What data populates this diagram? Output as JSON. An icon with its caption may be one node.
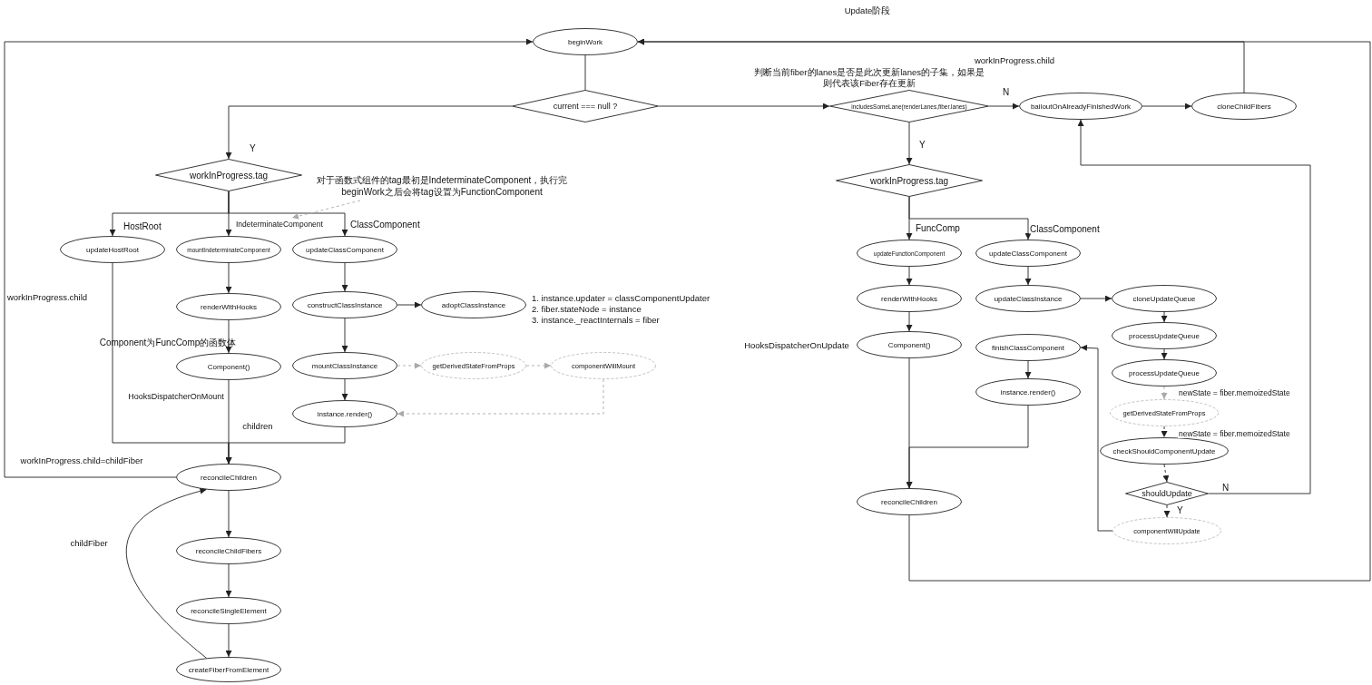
{
  "diagram": {
    "title": "Update阶段",
    "nodes": [
      {
        "text": [
          "beginWork"
        ]
      },
      {
        "text": [
          "current === null ?"
        ]
      },
      {
        "text": [
          "workInProgress.tag"
        ]
      },
      {
        "text": [
          "updateHostRoot"
        ]
      },
      {
        "text": [
          "mountIndeterminateComponent"
        ]
      },
      {
        "text": [
          "updateClassComponent"
        ]
      },
      {
        "text": [
          "renderWithHooks"
        ]
      },
      {
        "text": [
          "constructClassInstance"
        ]
      },
      {
        "text": [
          "adoptClassInstance"
        ],
        "beside": [
          "1. instance.updater = classComponentUpdater",
          "2. fiber.stateNode = instance",
          "3. instance._reactInternals = fiber"
        ]
      },
      {
        "text": [
          "Component()"
        ]
      },
      {
        "text": [
          "mountClassInstance"
        ]
      },
      {
        "text": [
          "getDerivedStateFromProps"
        ]
      },
      {
        "text": [
          "componentWillMount"
        ]
      },
      {
        "text": [
          "instance.render()"
        ]
      },
      {
        "text": [
          "reconcileChildren"
        ]
      },
      {
        "text": [
          "reconcileChildFibers"
        ]
      },
      {
        "text": [
          "reconcileSingleElement"
        ]
      },
      {
        "text": [
          "createFiberFromElement"
        ]
      },
      {
        "text": [
          "includesSomeLane(renderLanes,fiber.lanes)"
        ],
        "beside": [
          "判断当前fiber的lanes是否是此次更新lanes的子集，如果是则代表该Fiber存在更新"
        ]
      },
      {
        "text": [
          "bailoutOnAlreadyFinishedWork"
        ]
      },
      {
        "text": [
          "cloneChildFibers"
        ]
      },
      {
        "text": [
          "workInProgress.tag"
        ]
      },
      {
        "text": [
          "updateFunctionComponent"
        ]
      },
      {
        "text": [
          "updateClassComponent"
        ]
      },
      {
        "text": [
          "renderWithHooks"
        ]
      },
      {
        "text": [
          "updateClassInstance"
        ]
      },
      {
        "text": [
          "cloneUpdateQueue"
        ]
      },
      {
        "text": [
          "Component()"
        ],
        "beside": [
          "HooksDispatcherOnUpdate"
        ]
      },
      {
        "text": [
          "finishClassComponent"
        ]
      },
      {
        "text": [
          "processUpdateQueue"
        ]
      },
      {
        "text": [
          "processUpdateQueue"
        ]
      },
      {
        "text": [
          "instance.render()"
        ]
      },
      {
        "text": [
          "getDerivedStateFromProps"
        ]
      },
      {
        "text": [
          "checkShouldComponentUpdate"
        ]
      },
      {
        "text": [
          "shouldUpdate"
        ]
      },
      {
        "text": [
          "reconcileChildren"
        ]
      },
      {
        "text": [
          "componentWillUpdate"
        ]
      },
      {
        "text": [
          "对于函数式组件的tag最初是IndeterminateComponent，执行完beginWork之后会将tag设置为FunctionComponent"
        ]
      }
    ],
    "edges": [
      {
        "from": 0,
        "to": 1,
        "arrow": "none"
      },
      {
        "from": 1,
        "to": 2,
        "arrow": "to",
        "label": "Y"
      },
      {
        "from": 1,
        "to": 18,
        "arrow": "to"
      },
      {
        "from": 2,
        "to": 3,
        "arrow": "to",
        "label": "HostRoot"
      },
      {
        "from": 2,
        "to": 4,
        "arrow": "to",
        "label": "IndeterminateComponent"
      },
      {
        "from": 2,
        "to": 5,
        "arrow": "to",
        "label": "ClassComponent"
      },
      {
        "from": 4,
        "to": 6,
        "arrow": "to"
      },
      {
        "from": 6,
        "to": 9,
        "arrow": "to"
      },
      {
        "from": 5,
        "to": 7,
        "arrow": "to"
      },
      {
        "from": 7,
        "to": 8,
        "arrow": "to"
      },
      {
        "from": 7,
        "to": 10,
        "arrow": "to"
      },
      {
        "from": 10,
        "to": 13,
        "arrow": "to"
      },
      {
        "from": 10,
        "to": 11,
        "arrow": "to",
        "style": "dashed",
        "color": "#aaaaaa"
      },
      {
        "from": 11,
        "to": 12,
        "arrow": "to",
        "style": "dashed",
        "color": "#aaaaaa"
      },
      {
        "from": 12,
        "to": 13,
        "arrow": "to",
        "style": "dashed",
        "color": "#aaaaaa"
      },
      {
        "from": 3,
        "to": 14,
        "arrow": "to"
      },
      {
        "from": 9,
        "to": 14,
        "arrow": "to"
      },
      {
        "from": 13,
        "to": 14,
        "arrow": "to"
      },
      {
        "from": 14,
        "to": 15,
        "arrow": "to"
      },
      {
        "from": 15,
        "to": 16,
        "arrow": "to"
      },
      {
        "from": 16,
        "to": 17,
        "arrow": "to"
      },
      {
        "from": 17,
        "to": 14,
        "arrow": "to"
      },
      {
        "from": 14,
        "to": 0,
        "arrow": "to"
      },
      {
        "from": 18,
        "to": 19,
        "arrow": "to",
        "label": "N"
      },
      {
        "from": 18,
        "to": 21,
        "arrow": "to",
        "label": "Y"
      },
      {
        "from": 19,
        "to": 20,
        "arrow": "to"
      },
      {
        "from": 20,
        "to": 0,
        "arrow": "to"
      },
      {
        "from": 21,
        "to": 22,
        "arrow": "to",
        "label": "FuncComp"
      },
      {
        "from": 21,
        "to": 23,
        "arrow": "to",
        "label": "ClassComponent"
      },
      {
        "from": 22,
        "to": 24,
        "arrow": "to"
      },
      {
        "from": 24,
        "to": 27,
        "arrow": "to"
      },
      {
        "from": 27,
        "to": 35,
        "arrow": "to"
      },
      {
        "from": 31,
        "to": 35,
        "arrow": "to"
      },
      {
        "from": 35,
        "to": 0,
        "arrow": "to"
      },
      {
        "from": 23,
        "to": 25,
        "arrow": "to"
      },
      {
        "from": 25,
        "to": 26,
        "arrow": "to"
      },
      {
        "from": 26,
        "to": 29,
        "arrow": "to"
      },
      {
        "from": 29,
        "to": 30,
        "arrow": "to"
      },
      {
        "from": 30,
        "to": 32,
        "arrow": "to",
        "label": "newState = fiber.memoizedState",
        "style": "dashed",
        "color": "#aaaaaa"
      },
      {
        "from": 32,
        "to": 33,
        "arrow": "to",
        "label": "newState = fiber.memoizedState",
        "style": "dashed"
      },
      {
        "from": 33,
        "to": 34,
        "arrow": "to",
        "style": "dashed"
      },
      {
        "from": 34,
        "to": 36,
        "arrow": "to",
        "label": "Y",
        "style": "dashed"
      },
      {
        "from": 34,
        "to": 19,
        "arrow": "to",
        "label": "N"
      },
      {
        "from": 36,
        "to": 28,
        "arrow": "to"
      },
      {
        "from": 28,
        "to": 31,
        "arrow": "to"
      },
      {
        "from": 37,
        "to": null,
        "arrow": "to",
        "style": "dashed",
        "color": "#aaaaaa"
      }
    ],
    "labels": [
      "workInProgress.child",
      "workInProgress.child",
      "Component为FuncComp的函数体",
      "HooksDispatcherOnMount",
      "children",
      "workInProgress.child=childFiber",
      "childFiber"
    ]
  }
}
